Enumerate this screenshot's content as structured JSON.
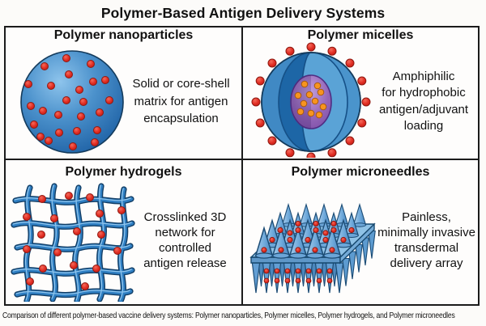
{
  "title": "Polymer-Based Antigen Delivery Systems",
  "caption": "Comparison of different polymer-based vaccine delivery systems: Polymer nanoparticles, Polymer micelles, Polymer hydrogels, and Polymer microneedles",
  "quadrants": [
    {
      "title": "Polymer nanoparticles",
      "illustration": "nanoparticle-sphere-with-antigen-dots",
      "desc_lines": [
        "Solid or core-shell",
        "matrix for antigen",
        "encapsulation"
      ]
    },
    {
      "title": "Polymer micelles",
      "illustration": "micelle-cross-section-with-core-and-surface-dots",
      "desc_lines": [
        "Amphiphilic",
        "for hydrophobic",
        "antigen/adjuvant",
        "loading"
      ]
    },
    {
      "title": "Polymer hydrogels",
      "illustration": "crosslinked-hydrogel-network-with-antigen-dots",
      "desc_lines": [
        "Crosslinked 3D",
        "network for",
        "controlled",
        "antigen release"
      ]
    },
    {
      "title": "Polymer microneedles",
      "illustration": "microneedle-array-patch",
      "desc_lines": [
        "Painless,",
        "minimally invasive",
        "transdermal",
        "delivery array"
      ]
    }
  ],
  "colors": {
    "figure_blue": "#2e7ec2",
    "figure_blue_dark": "#1d60a4",
    "figure_blue_light": "#8ec4ec",
    "antigen_red": "#e02c22",
    "core_purple": "#9465b8",
    "adjuvant_orange": "#f79420",
    "outline_navy": "#143b5c",
    "border": "#1b1b1b",
    "background": "#fcfbf9",
    "text": "#111111"
  }
}
